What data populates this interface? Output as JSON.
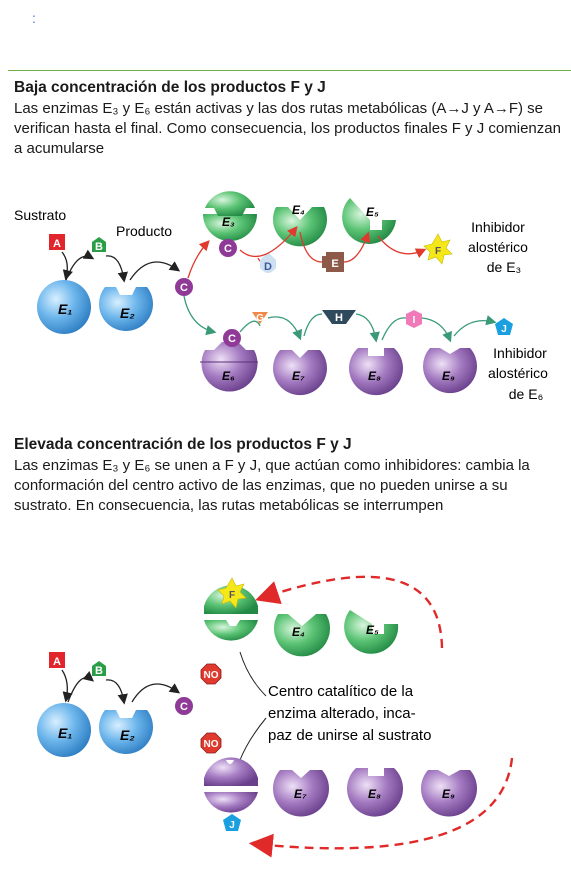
{
  "top_mark": ":",
  "section1": {
    "title": "Baja concentración de los productos F y J",
    "body": "Las enzimas E₃ y E₆ están activas y las dos rutas metabólicas (A→J y A→F) se verifican hasta el final. Como consecuencia, los productos finales F y J comienzan a acumularse"
  },
  "section2": {
    "title": "Elevada concentración de los productos F y J",
    "body": "Las enzimas E₃ y E₆ se unen a F y J, que actúan como inhibidores: cambia la conformación del centro activo de las enzimas, que no pueden unirse a su sustrato. En consecuencia, las rutas metabólicas se interrumpen"
  },
  "diagram1": {
    "sustrato_label": "Sustrato",
    "producto_label": "Producto",
    "inhib_e3": [
      "Inhibidor",
      "alostérico",
      "de E₃"
    ],
    "inhib_e6": [
      "Inhibidor",
      "alostérico",
      "de E₆"
    ],
    "metabolites": {
      "A": "A",
      "B": "B",
      "C": "C",
      "D": "D",
      "E": "E",
      "F": "F",
      "G": "G",
      "H": "H",
      "I": "I",
      "J": "J"
    },
    "enzymes": {
      "e1": "E₁",
      "e2": "E₂",
      "e3": "E₃",
      "e4": "E₄",
      "e5": "E₅",
      "e6": "E₆",
      "e7": "E₇",
      "e8": "E₈",
      "e9": "E₉"
    }
  },
  "diagram2": {
    "note": [
      "Centro catalítico de la",
      "enzima alterado, inca-",
      "paz de unirse al sustrato"
    ],
    "no_label": "NO",
    "metabolites": {
      "A": "A",
      "B": "B",
      "C": "C",
      "F": "F",
      "J": "J"
    },
    "enzymes": {
      "e1": "E₁",
      "e2": "E₂",
      "e4": "E₄",
      "e5": "E₅",
      "e7": "E₇",
      "e8": "E₈",
      "e9": "E₉"
    }
  },
  "colors": {
    "blue": "#5aa8e6",
    "green": "#4fba6a",
    "purple": "#9a68b8",
    "red_arrow": "#e03a2e",
    "green_arrow": "#3a9a78",
    "magenta": "#8e3a96"
  }
}
